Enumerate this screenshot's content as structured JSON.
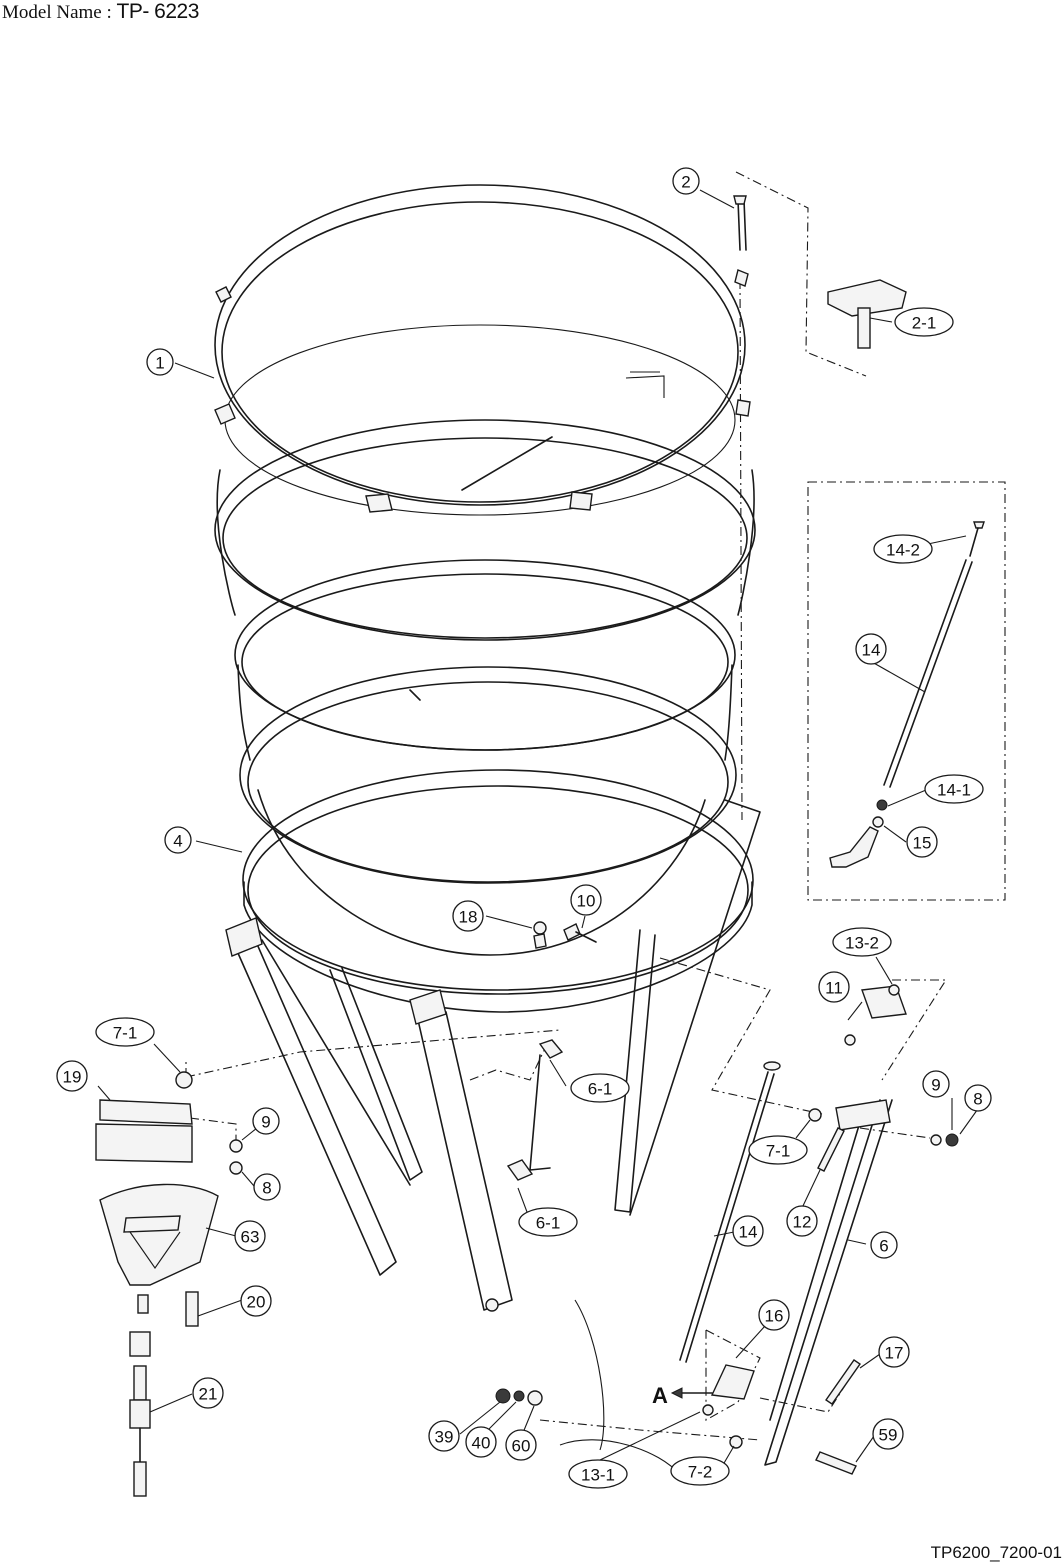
{
  "header": {
    "label": "Model Name : ",
    "value": "TP- 6223"
  },
  "footer": {
    "drawing_code": "TP6200_7200-01"
  },
  "view_marker": "A",
  "callouts": [
    "1",
    "2",
    "2-1",
    "4",
    "6",
    "6-1",
    "6-1",
    "7-1",
    "7-1",
    "7-2",
    "8",
    "8",
    "9",
    "9",
    "10",
    "11",
    "12",
    "13-1",
    "13-2",
    "14",
    "14",
    "14-1",
    "14-2",
    "15",
    "16",
    "17",
    "18",
    "19",
    "20",
    "21",
    "39",
    "40",
    "59",
    "60",
    "63"
  ]
}
